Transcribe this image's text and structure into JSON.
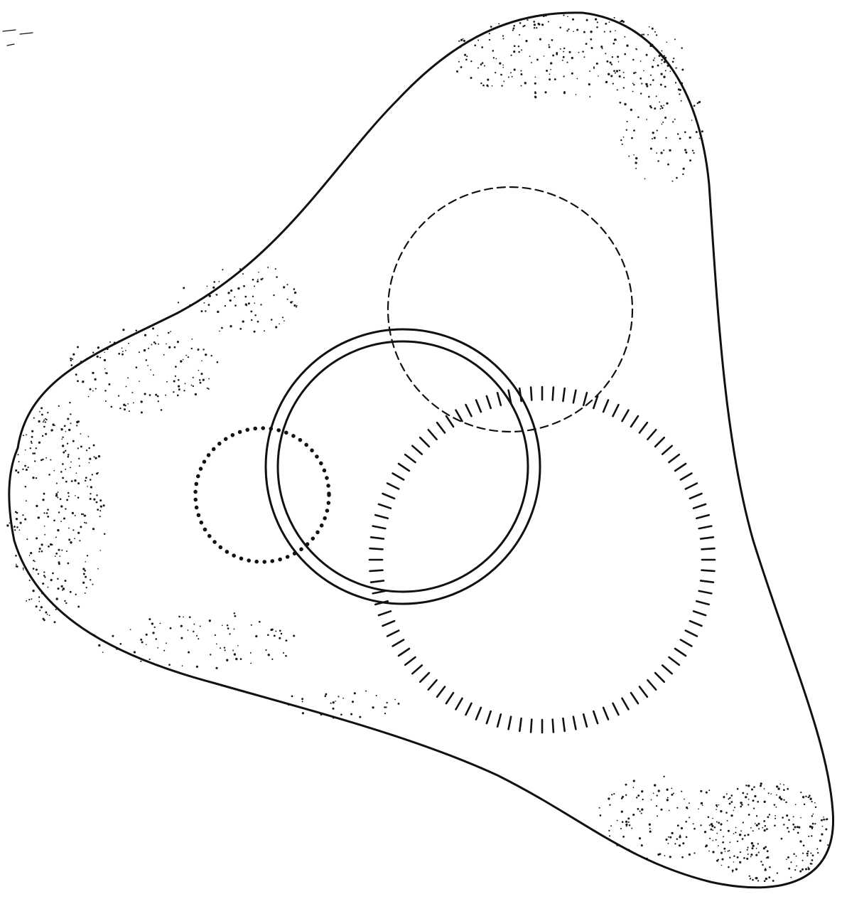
{
  "figure": {
    "kind": "line drawing",
    "ink_color": "#111111",
    "paper_color": "#ffffff",
    "elements": [
      "outer-outline",
      "edge-stipple",
      "dashed-circle",
      "double-ring-circle",
      "dotted-circle",
      "hatched-circle"
    ]
  }
}
